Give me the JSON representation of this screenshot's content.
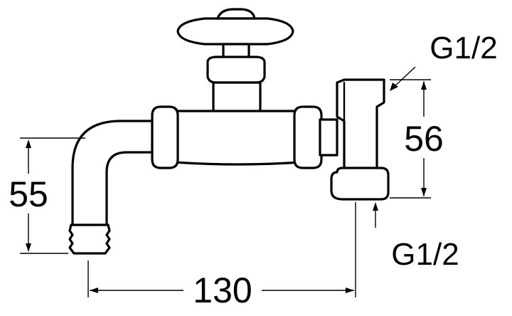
{
  "drawing": {
    "subject": "faucet-outline",
    "line_color": "#000000",
    "background": "#ffffff"
  },
  "dimensions": {
    "spout_height": "55",
    "body_height": "56",
    "overall_length": "130"
  },
  "threads": {
    "top_connection": "G1/2",
    "bottom_connection": "G1/2"
  }
}
